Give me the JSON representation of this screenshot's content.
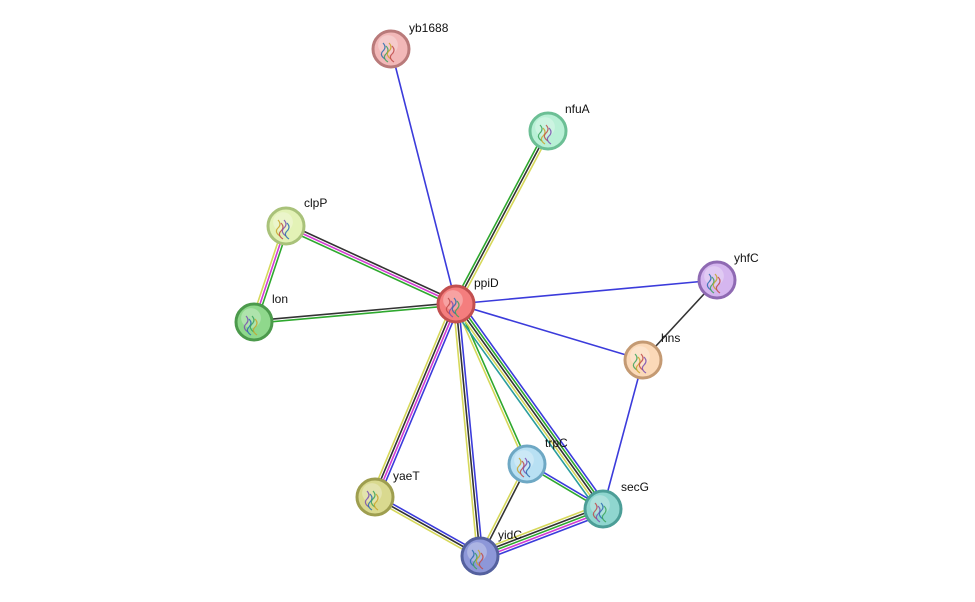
{
  "network": {
    "edge_colors": {
      "blue": "#3b3bdb",
      "green": "#2ea82e",
      "black": "#333333",
      "yellow": "#d6d85a",
      "magenta": "#d23cd2",
      "teal": "#2a9d9d"
    },
    "nodes": [
      {
        "id": "yb1688",
        "label": "yb1688",
        "fill": "#f2b8b8",
        "stroke": "#b97a7a",
        "icon": "protein-structure-icon"
      },
      {
        "id": "nfuA",
        "label": "nfuA",
        "fill": "#b9f0d6",
        "stroke": "#6cbf95",
        "icon": "protein-structure-icon"
      },
      {
        "id": "clpP",
        "label": "clpP",
        "fill": "#e3f2b6",
        "stroke": "#a9c27a",
        "icon": "protein-structure-icon"
      },
      {
        "id": "ppiD",
        "label": "ppiD",
        "fill": "#f47e7e",
        "stroke": "#c24f4f",
        "icon": "protein-structure-icon"
      },
      {
        "id": "lon",
        "label": "lon",
        "fill": "#8fd88c",
        "stroke": "#4c9a4c",
        "icon": "protein-structure-icon"
      },
      {
        "id": "yhfC",
        "label": "yhfC",
        "fill": "#d5b6ef",
        "stroke": "#8f6ab3",
        "icon": "protein-structure-icon"
      },
      {
        "id": "hns",
        "label": "hns",
        "fill": "#fbd9b8",
        "stroke": "#c49a73",
        "icon": "protein-structure-icon"
      },
      {
        "id": "trpC",
        "label": "trpC",
        "fill": "#b8e0f3",
        "stroke": "#6ea8c4",
        "icon": "protein-structure-icon"
      },
      {
        "id": "secG",
        "label": "secG",
        "fill": "#8fd6cf",
        "stroke": "#4c9e97",
        "icon": "protein-structure-icon"
      },
      {
        "id": "yaeT",
        "label": "yaeT",
        "fill": "#d9d98f",
        "stroke": "#9e9e4f",
        "icon": "protein-structure-icon"
      },
      {
        "id": "yidC",
        "label": "yidC",
        "fill": "#8d97d8",
        "stroke": "#54609e",
        "icon": "protein-structure-icon"
      }
    ],
    "edges": [
      {
        "source": "ppiD",
        "target": "yb1688",
        "evidence": [
          "blue"
        ]
      },
      {
        "source": "ppiD",
        "target": "nfuA",
        "evidence": [
          "green",
          "black",
          "yellow"
        ]
      },
      {
        "source": "ppiD",
        "target": "clpP",
        "evidence": [
          "green",
          "magenta",
          "black"
        ]
      },
      {
        "source": "ppiD",
        "target": "lon",
        "evidence": [
          "green",
          "black"
        ]
      },
      {
        "source": "clpP",
        "target": "lon",
        "evidence": [
          "green",
          "magenta",
          "yellow"
        ]
      },
      {
        "source": "ppiD",
        "target": "yhfC",
        "evidence": [
          "blue"
        ]
      },
      {
        "source": "ppiD",
        "target": "hns",
        "evidence": [
          "blue"
        ]
      },
      {
        "source": "yhfC",
        "target": "hns",
        "evidence": [
          "black"
        ]
      },
      {
        "source": "hns",
        "target": "secG",
        "evidence": [
          "blue"
        ]
      },
      {
        "source": "ppiD",
        "target": "trpC",
        "evidence": [
          "green",
          "yellow"
        ]
      },
      {
        "source": "ppiD",
        "target": "secG",
        "evidence": [
          "blue",
          "green",
          "black",
          "yellow",
          "teal"
        ]
      },
      {
        "source": "ppiD",
        "target": "yaeT",
        "evidence": [
          "blue",
          "magenta",
          "black",
          "yellow"
        ]
      },
      {
        "source": "ppiD",
        "target": "yidC",
        "evidence": [
          "blue",
          "black",
          "yellow"
        ]
      },
      {
        "source": "trpC",
        "target": "secG",
        "evidence": [
          "blue",
          "green"
        ]
      },
      {
        "source": "trpC",
        "target": "yidC",
        "evidence": [
          "black",
          "yellow"
        ]
      },
      {
        "source": "yaeT",
        "target": "yidC",
        "evidence": [
          "blue",
          "black",
          "yellow"
        ]
      },
      {
        "source": "secG",
        "target": "yidC",
        "evidence": [
          "blue",
          "magenta",
          "green",
          "black",
          "yellow"
        ]
      }
    ]
  }
}
